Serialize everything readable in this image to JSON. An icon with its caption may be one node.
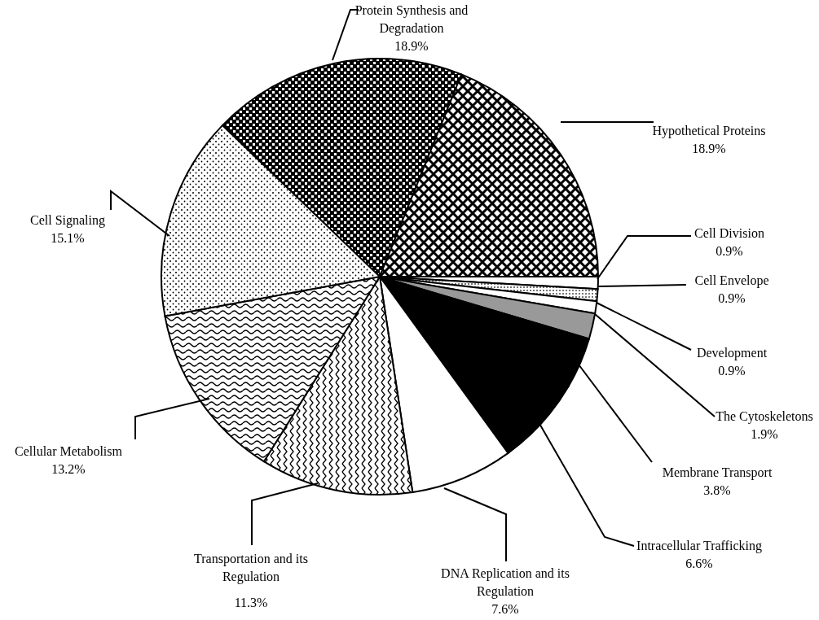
{
  "diagram": {
    "chart_data": {
      "type": "pie",
      "categories": [
        "Protein Synthesis and Degradation",
        "Hypothetical Proteins",
        "Cell Division",
        "Cell Envelope",
        "Development",
        "The Cytoskeletons",
        "Membrane Transport",
        "Intracellular Trafficking",
        "DNA Replication and its Regulation",
        "Transportation and its Regulation",
        "Cellular Metabolism",
        "Cell Signaling"
      ],
      "values": [
        18.9,
        18.9,
        0.9,
        0.9,
        0.9,
        1.9,
        3.8,
        6.6,
        7.6,
        11.3,
        13.2,
        15.1
      ],
      "value_labels": [
        "18.9%",
        "18.9%",
        "0.9%",
        "0.9%",
        "0.9%",
        "1.9%",
        "3.8%",
        "6.6%",
        "7.6%",
        "11.3%",
        "13.2%",
        "15.1%"
      ]
    }
  }
}
